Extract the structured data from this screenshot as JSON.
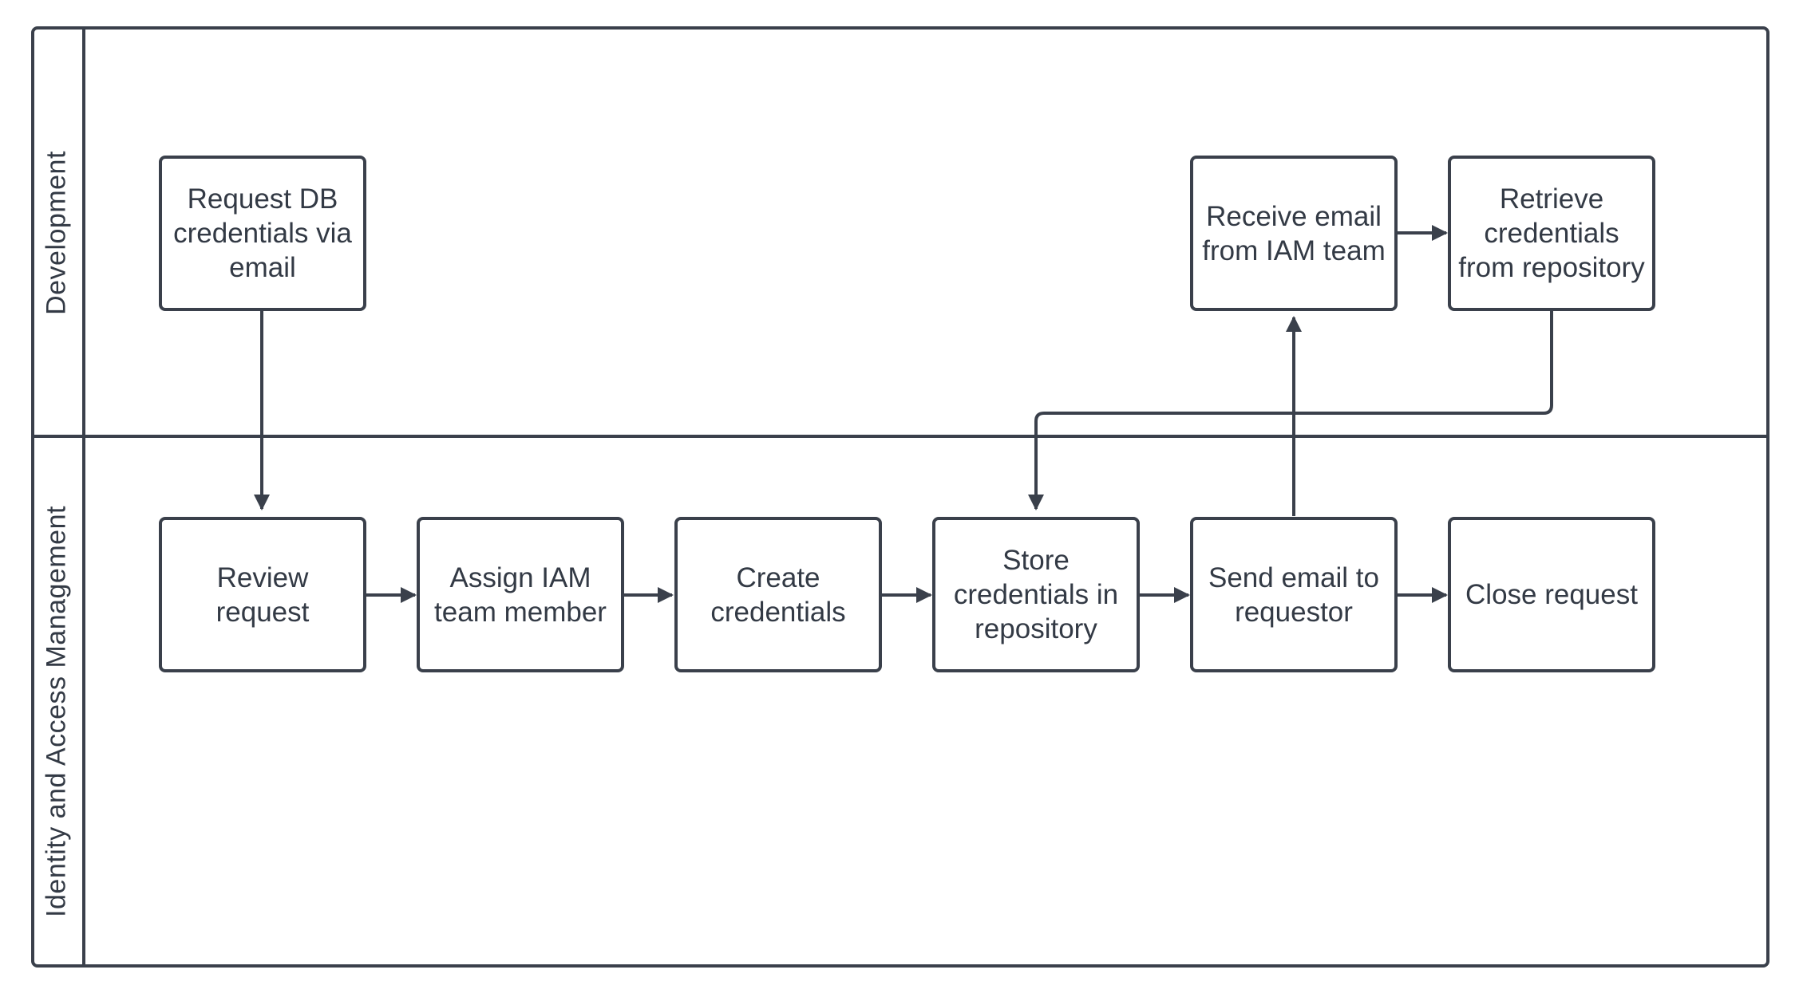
{
  "lanes": [
    {
      "label": "Development"
    },
    {
      "label": "Identity and Access Management"
    }
  ],
  "nodes": {
    "request": {
      "label": "Request DB credentials via email"
    },
    "review": {
      "label": "Review request"
    },
    "assign": {
      "label": "Assign IAM team member"
    },
    "create": {
      "label": "Create credentials"
    },
    "store": {
      "label": "Store credentials in repository"
    },
    "send": {
      "label": "Send email to requestor"
    },
    "close": {
      "label": "Close request"
    },
    "receive": {
      "label": "Receive email from IAM team"
    },
    "retrieve": {
      "label": "Retrieve credentials from repository"
    }
  },
  "edges": [
    {
      "from": "request",
      "to": "review"
    },
    {
      "from": "review",
      "to": "assign"
    },
    {
      "from": "assign",
      "to": "create"
    },
    {
      "from": "create",
      "to": "store"
    },
    {
      "from": "store",
      "to": "send"
    },
    {
      "from": "send",
      "to": "close"
    },
    {
      "from": "send",
      "to": "receive"
    },
    {
      "from": "receive",
      "to": "retrieve"
    },
    {
      "from": "retrieve",
      "to": "store"
    }
  ],
  "colors": {
    "stroke": "#3a404b",
    "text": "#333a45",
    "background": "#ffffff"
  }
}
